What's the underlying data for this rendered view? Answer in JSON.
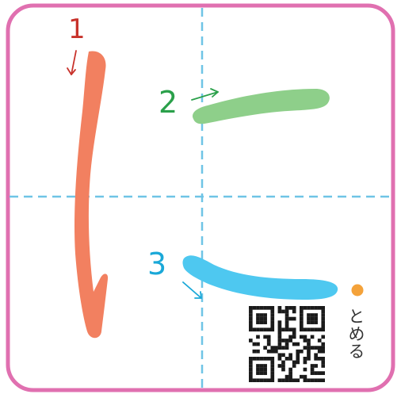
{
  "strokes": [
    {
      "number": "1",
      "color": "#f28060",
      "number_color": "#c8322b"
    },
    {
      "number": "2",
      "color": "#8ecf8a",
      "number_color": "#2aa04a"
    },
    {
      "number": "3",
      "color": "#4ec8f0",
      "number_color": "#1aa8d8"
    }
  ],
  "ending_note": "とめる",
  "colors": {
    "border": "#e070b0",
    "guide_lines": "#6fc4e6",
    "end_dot": "#f4a23a",
    "qr": "#1a1a1a"
  },
  "icons": [
    "stroke-direction-arrow-icon",
    "qr-code-icon",
    "end-point-dot-icon"
  ]
}
